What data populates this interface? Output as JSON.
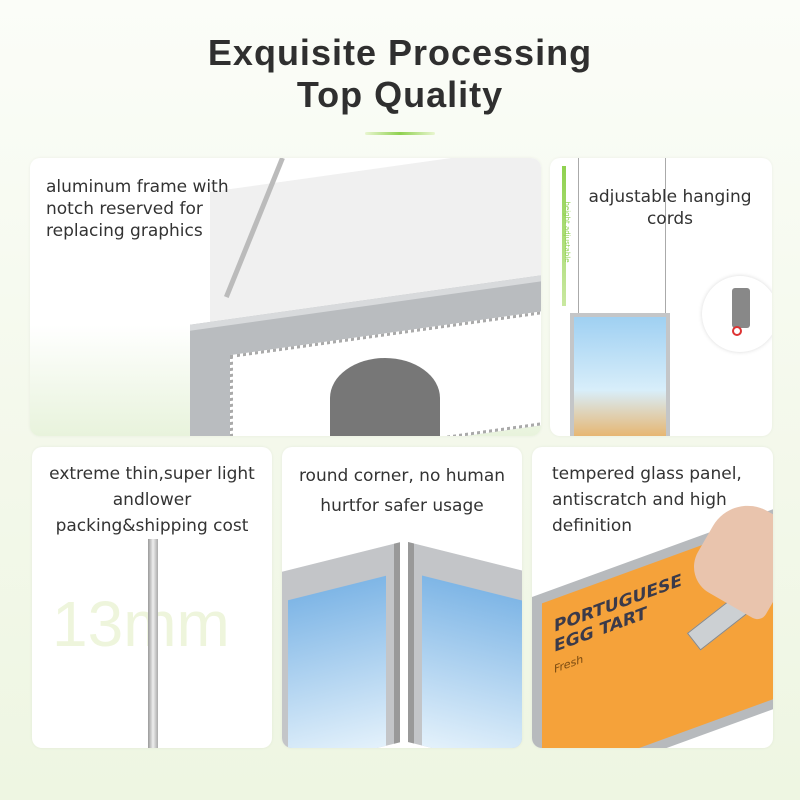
{
  "header": {
    "title_line1": "Exquisite Processing",
    "title_line2": "Top Quality",
    "accent_color": "#8fd14f"
  },
  "features": [
    {
      "caption": "aluminum frame with notch reserved for replacing graphics"
    },
    {
      "caption": "adjustable hanging cords",
      "arrow_label": "height adjustable"
    },
    {
      "caption": "extreme thin,super light andlower packing&shipping cost",
      "thickness_label": "13mm"
    },
    {
      "caption": "round corner, no human hurtfor safer usage"
    },
    {
      "caption": "tempered glass panel, antiscratch and high definition",
      "poster_text": "PORTUGUESE EGG TART",
      "poster_subtext": "Fresh"
    }
  ]
}
